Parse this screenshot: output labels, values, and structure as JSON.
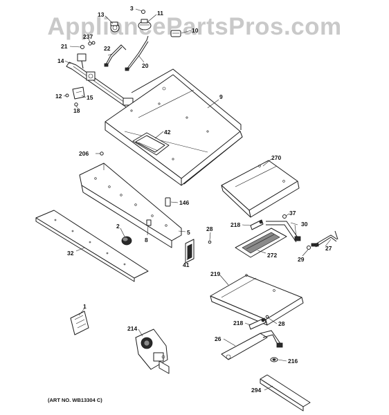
{
  "watermark": "AppliancePartsPros.com",
  "art_number": "(ART NO. WB13304 C)",
  "callouts": [
    {
      "id": "c3",
      "text": "3"
    },
    {
      "id": "c11",
      "text": "11"
    },
    {
      "id": "c13",
      "text": "13"
    },
    {
      "id": "c10",
      "text": "10"
    },
    {
      "id": "c237",
      "text": "237"
    },
    {
      "id": "c21",
      "text": "21"
    },
    {
      "id": "c22",
      "text": "22"
    },
    {
      "id": "c20",
      "text": "20"
    },
    {
      "id": "c14",
      "text": "14"
    },
    {
      "id": "c12",
      "text": "12"
    },
    {
      "id": "c15",
      "text": "15"
    },
    {
      "id": "c18",
      "text": "18"
    },
    {
      "id": "c9",
      "text": "9"
    },
    {
      "id": "c42",
      "text": "42"
    },
    {
      "id": "c206",
      "text": "206"
    },
    {
      "id": "c270",
      "text": "270"
    },
    {
      "id": "c146",
      "text": "146"
    },
    {
      "id": "c37",
      "text": "37"
    },
    {
      "id": "c2",
      "text": "2"
    },
    {
      "id": "c5",
      "text": "5"
    },
    {
      "id": "c28a",
      "text": "28"
    },
    {
      "id": "c218a",
      "text": "218"
    },
    {
      "id": "c30",
      "text": "30"
    },
    {
      "id": "c8",
      "text": "8"
    },
    {
      "id": "c27",
      "text": "27"
    },
    {
      "id": "c32",
      "text": "32"
    },
    {
      "id": "c41",
      "text": "41"
    },
    {
      "id": "c272",
      "text": "272"
    },
    {
      "id": "c29",
      "text": "29"
    },
    {
      "id": "c219",
      "text": "219"
    },
    {
      "id": "c1",
      "text": "1"
    },
    {
      "id": "c214",
      "text": "214"
    },
    {
      "id": "c218b",
      "text": "218"
    },
    {
      "id": "c28b",
      "text": "28"
    },
    {
      "id": "c26",
      "text": "26"
    },
    {
      "id": "c216",
      "text": "216"
    },
    {
      "id": "c294",
      "text": "294"
    }
  ]
}
